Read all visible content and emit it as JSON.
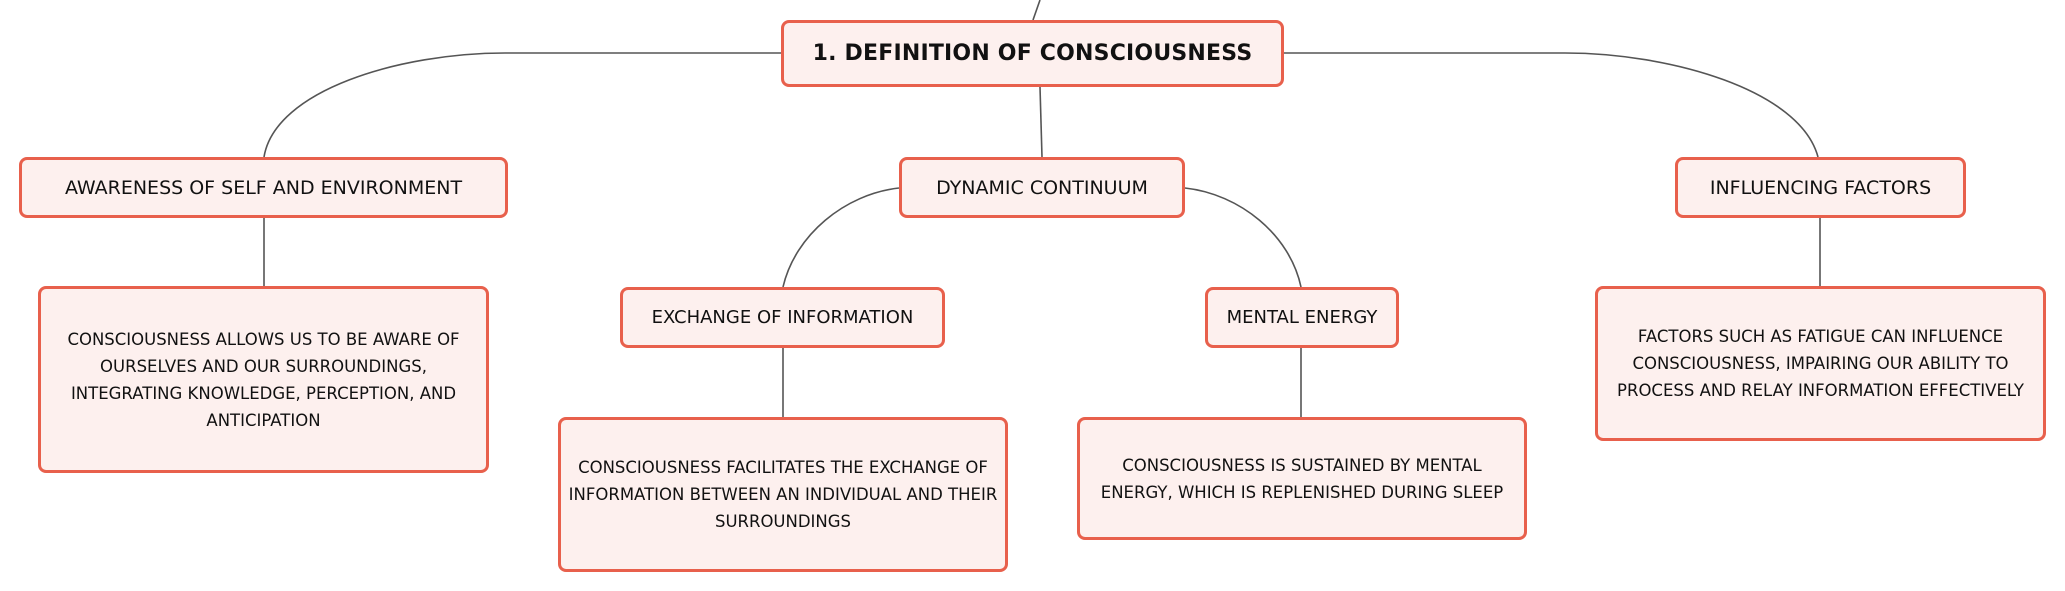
{
  "diagram": {
    "colors": {
      "node_fill": "#fdf0ee",
      "node_border": "#e8604c",
      "connector": "#555555"
    },
    "root": {
      "label": "1. DEFINITION OF CONSCIOUSNESS"
    },
    "branches": {
      "awareness": {
        "label": "AWARENESS OF SELF AND ENVIRONMENT",
        "detail": "CONSCIOUSNESS ALLOWS US TO BE AWARE OF OURSELVES AND OUR SURROUNDINGS, INTEGRATING KNOWLEDGE, PERCEPTION, AND ANTICIPATION"
      },
      "dynamic": {
        "label": "DYNAMIC CONTINUUM",
        "exchange": {
          "label": "EXCHANGE OF INFORMATION",
          "detail": "CONSCIOUSNESS FACILITATES THE EXCHANGE OF INFORMATION BETWEEN AN INDIVIDUAL AND THEIR SURROUNDINGS"
        },
        "mental": {
          "label": "MENTAL ENERGY",
          "detail": "CONSCIOUSNESS IS SUSTAINED BY MENTAL ENERGY, WHICH IS REPLENISHED DURING SLEEP"
        }
      },
      "influence": {
        "label": "INFLUENCING FACTORS",
        "detail": "FACTORS SUCH AS FATIGUE CAN INFLUENCE CONSCIOUSNESS, IMPAIRING OUR ABILITY TO PROCESS AND RELAY INFORMATION EFFECTIVELY"
      }
    }
  }
}
